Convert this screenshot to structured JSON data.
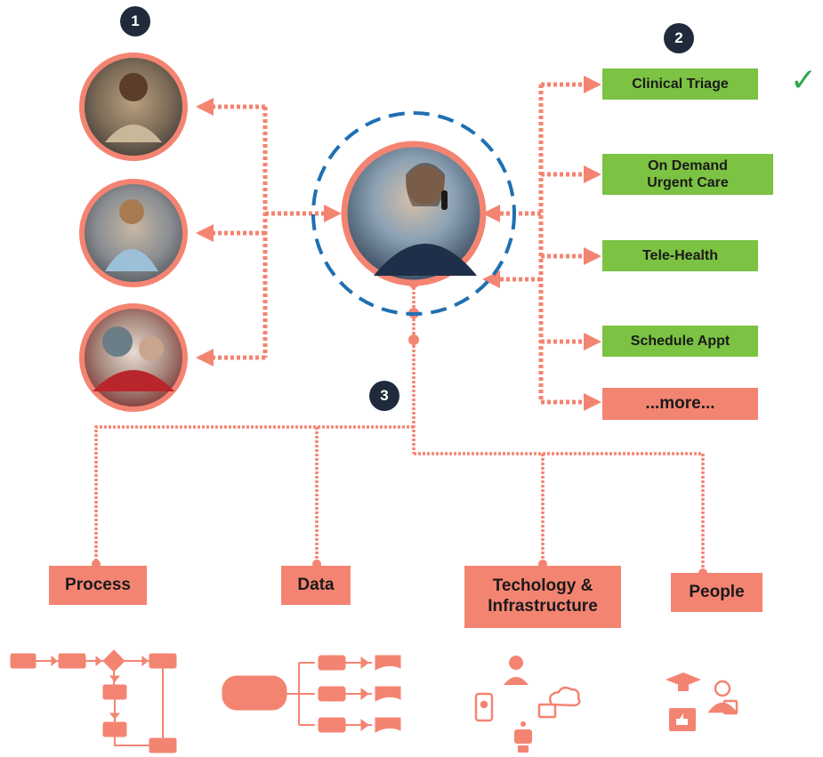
{
  "badges": [
    "1",
    "2",
    "3"
  ],
  "services": [
    {
      "label": "Clinical Triage",
      "status": "checked"
    },
    {
      "label": "On Demand\nUrgent Care"
    },
    {
      "label": "Tele-Health"
    },
    {
      "label": "Schedule Appt"
    },
    {
      "label": "...more..."
    }
  ],
  "pillars": [
    "Process",
    "Data",
    "Techology &\nInfrastructure",
    "People"
  ],
  "colors": {
    "accent": "#f48472",
    "service_green": "#7cc243",
    "ring_blue": "#1f6fb2",
    "badge": "#1f2b3a",
    "check": "#2fa84f"
  },
  "icons": [
    "patient-wheelchair-photo",
    "patient-student-photo",
    "patient-hug-photo",
    "agent-on-phone-photo",
    "checkmark-icon",
    "process-flowchart-icon",
    "database-flow-icon",
    "agent-headset-icon",
    "mobile-user-icon",
    "cloud-computer-icon",
    "robot-icon",
    "graduation-cap-icon",
    "reviewer-icon",
    "thumbs-up-icon"
  ]
}
